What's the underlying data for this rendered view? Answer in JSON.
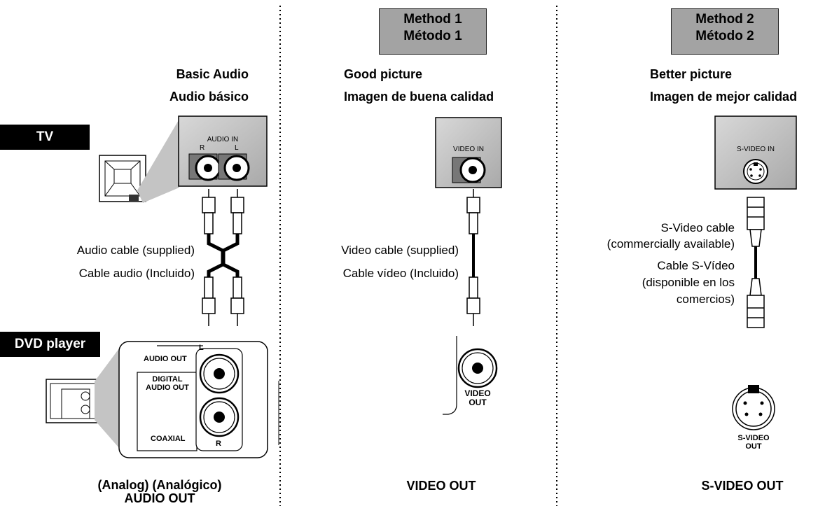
{
  "columns": {
    "basic": {
      "heading_en": "Basic Audio",
      "heading_es": "Audio básico",
      "tv_label": "TV",
      "panel_label": "AUDIO IN",
      "panel_r": "R",
      "panel_l": "L",
      "cable_en": "Audio cable (supplied)",
      "cable_es": "Cable audio (Incluido)",
      "dvd_label": "DVD player",
      "out_audio": "AUDIO OUT",
      "out_l": "L",
      "out_digital": "DIGITAL AUDIO OUT",
      "out_coaxial": "COAXIAL",
      "out_r": "R",
      "caption_line1": "(Analog) (Analógico)",
      "caption_line2": "AUDIO OUT"
    },
    "method1": {
      "box_en": "Method 1",
      "box_es": "Método 1",
      "heading_en": "Good picture",
      "heading_es": "Imagen de buena calidad",
      "panel_label": "VIDEO IN",
      "cable_en": "Video cable (supplied)",
      "cable_es": "Cable vídeo (Incluido)",
      "jack_label_1": "VIDEO",
      "jack_label_2": "OUT",
      "caption": "VIDEO OUT"
    },
    "method2": {
      "box_en": "Method 2",
      "box_es": "Método 2",
      "heading_en": "Better picture",
      "heading_es": "Imagen de mejor calidad",
      "panel_label": "S-VIDEO IN",
      "cable_en_1": "S-Video cable",
      "cable_en_2": "(commercially available)",
      "cable_es_1": "Cable S-Vídeo",
      "cable_es_2": "(disponible en los",
      "cable_es_3": "comercios)",
      "jack_label_1": "S-VIDEO",
      "jack_label_2": "OUT",
      "caption": "S-VIDEO OUT"
    }
  },
  "colors": {
    "method_box": "#a3a3a3",
    "panel": "#c4c4c4",
    "label_bg": "#000000"
  }
}
